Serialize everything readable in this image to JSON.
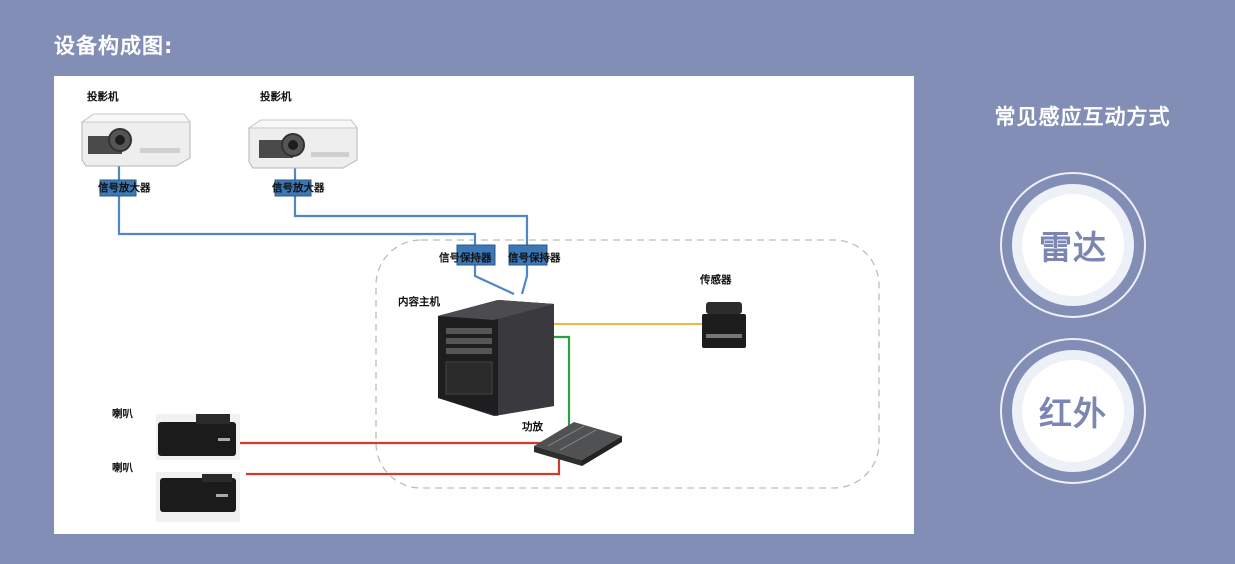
{
  "page_title": "设备构成图:",
  "diagram": {
    "projector_1_label": "投影机",
    "projector_2_label": "投影机",
    "amplifier_1_label": "信号放大器",
    "amplifier_2_label": "信号放大器",
    "holder_1_label": "信号保持器",
    "holder_2_label": "信号保持器",
    "host_label": "内容主机",
    "sensor_label": "传感器",
    "power_amp_label": "功放",
    "speaker_1_label": "喇叭",
    "speaker_2_label": "喇叭",
    "colors": {
      "video_line": "#4f86c6",
      "sensor_line": "#f2b83c",
      "audio_line": "#2ea043",
      "speaker_line": "#d23a2a",
      "box_fill": "#3d78b6",
      "dashed_border": "#bdbdbd"
    }
  },
  "sidebar": {
    "title": "常见感应互动方式",
    "options": [
      "雷达",
      "红外"
    ]
  }
}
